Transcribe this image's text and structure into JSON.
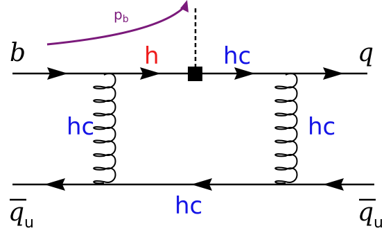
{
  "labels": {
    "momentum": "p",
    "momentum_sub": "b",
    "b_quark": "b",
    "q_quark": "q",
    "qbar_left": "q",
    "qbar_left_sub": "u",
    "qbar_right": "q",
    "qbar_right_sub": "u",
    "hard": "h",
    "hc_top": "hc",
    "hc_gluon_left": "hc",
    "hc_gluon_right": "hc",
    "hc_bottom": "hc"
  },
  "colors": {
    "line": "#000000",
    "momentum": "#7b1a7b",
    "hard": "#ee1c1c",
    "hard_collinear": "#1414e6"
  },
  "icons": {
    "vertex": "filled-square",
    "operator": "dashed-line",
    "momentum_flow": "curved-arrow"
  }
}
